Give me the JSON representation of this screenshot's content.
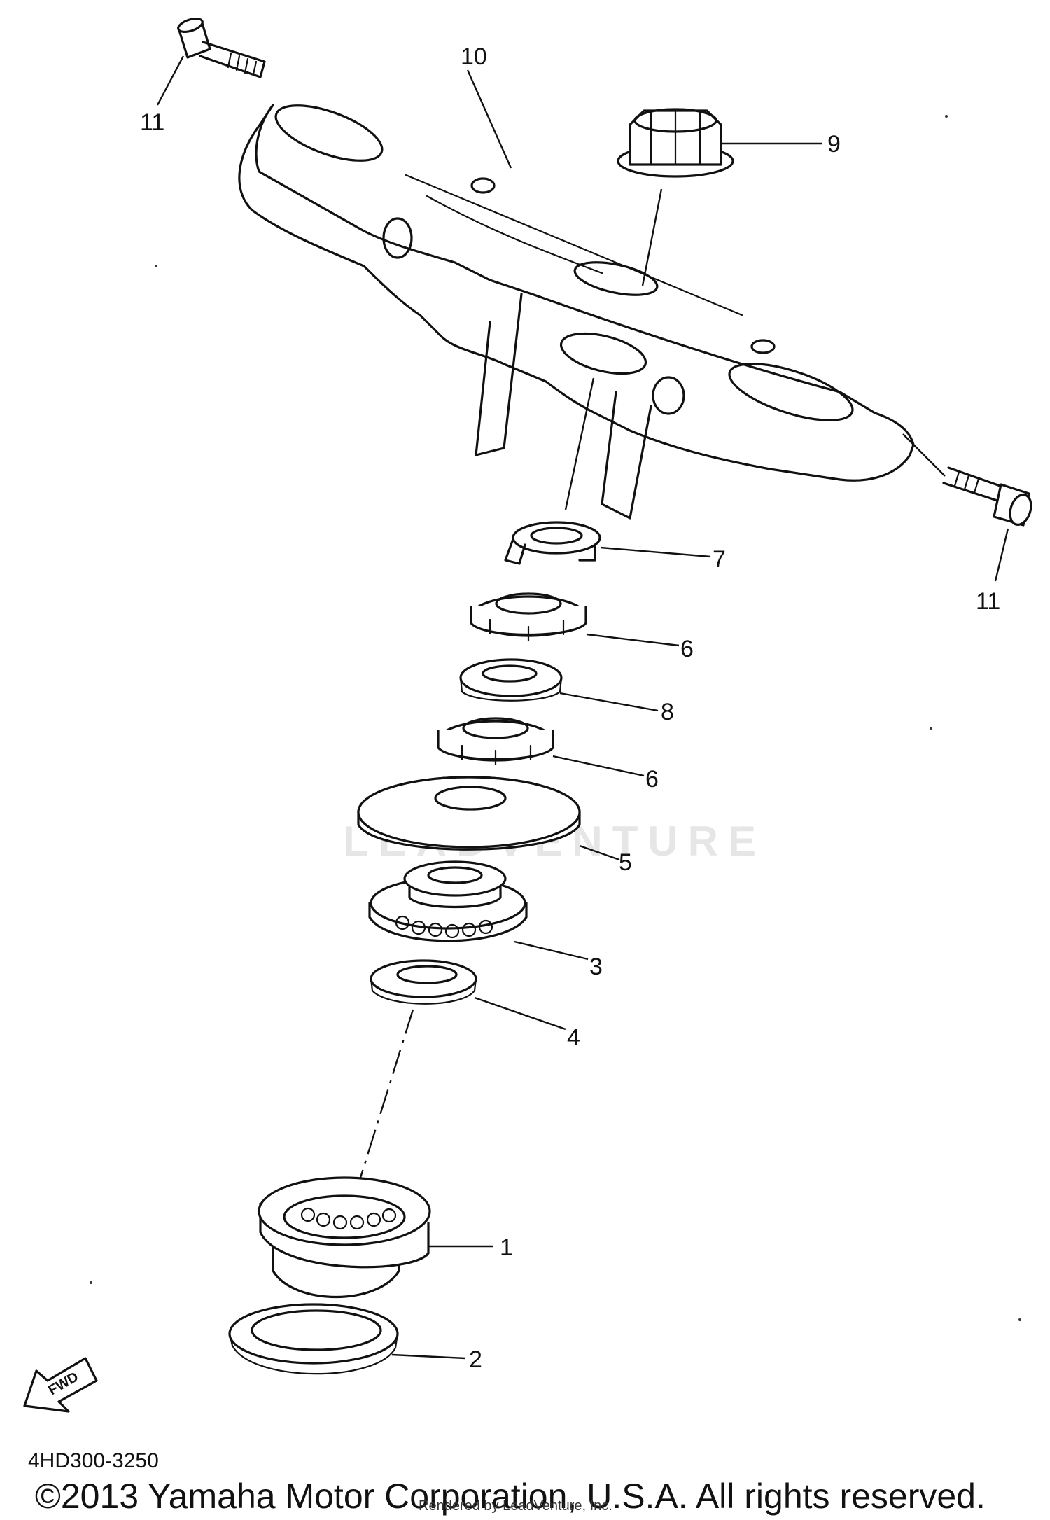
{
  "diagram": {
    "callouts": [
      "1",
      "2",
      "3",
      "4",
      "5",
      "6",
      "6",
      "7",
      "8",
      "9",
      "10",
      "11",
      "11"
    ],
    "fwd_label": "FWD",
    "watermark": "LEADVENTURE"
  },
  "footer": {
    "part_code": "4HD300-3250",
    "copyright": "©2013 Yamaha Motor Corporation, U.S.A. All rights reserved.",
    "rendered_by": "Rendered by LeadVenture, Inc."
  }
}
